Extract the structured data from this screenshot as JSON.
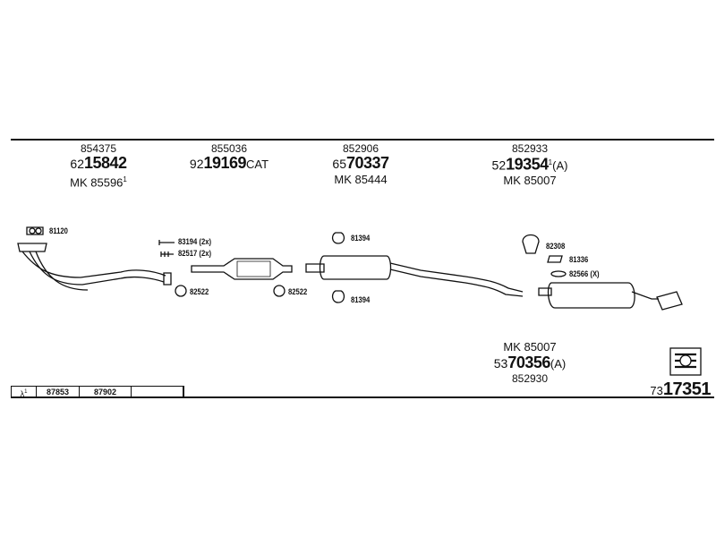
{
  "groups": [
    {
      "ref": "854375",
      "num_prefix": "62",
      "num_main": "15842",
      "num_suffix": "",
      "mk": "MK  85596",
      "mk_sup": "1"
    },
    {
      "ref": "855036",
      "num_prefix": "92",
      "num_main": "19169",
      "num_suffix": "CAT",
      "mk": "",
      "mk_sup": ""
    },
    {
      "ref": "852906",
      "num_prefix": "65",
      "num_main": "70337",
      "num_suffix": "",
      "mk": "MK  85444",
      "mk_sup": ""
    },
    {
      "ref": "852933",
      "num_prefix": "52",
      "num_main": "19354",
      "num_suffix": "(A)",
      "num_sup": "1",
      "mk": "MK  85007",
      "mk_sup": ""
    }
  ],
  "lower_group": {
    "mk": "MK  85007",
    "num_prefix": "53",
    "num_main": "70356",
    "num_suffix": "(A)",
    "ref": "852930"
  },
  "part_labels": {
    "p81120": "81120",
    "p83194": "83194 (2x)",
    "p82517": "82517 (2x)",
    "p82522a": "82522",
    "p82522b": "82522",
    "p81394a": "81394",
    "p81394b": "81394",
    "p82308": "82308",
    "p81336": "81336",
    "p82566": "82566 (X)"
  },
  "codes": {
    "lambda": "λ",
    "lambda_sup": "1",
    "c1": "87853",
    "c2": "87902",
    "c3": ""
  },
  "footer_code": {
    "prefix": "73",
    "main": "17351"
  }
}
